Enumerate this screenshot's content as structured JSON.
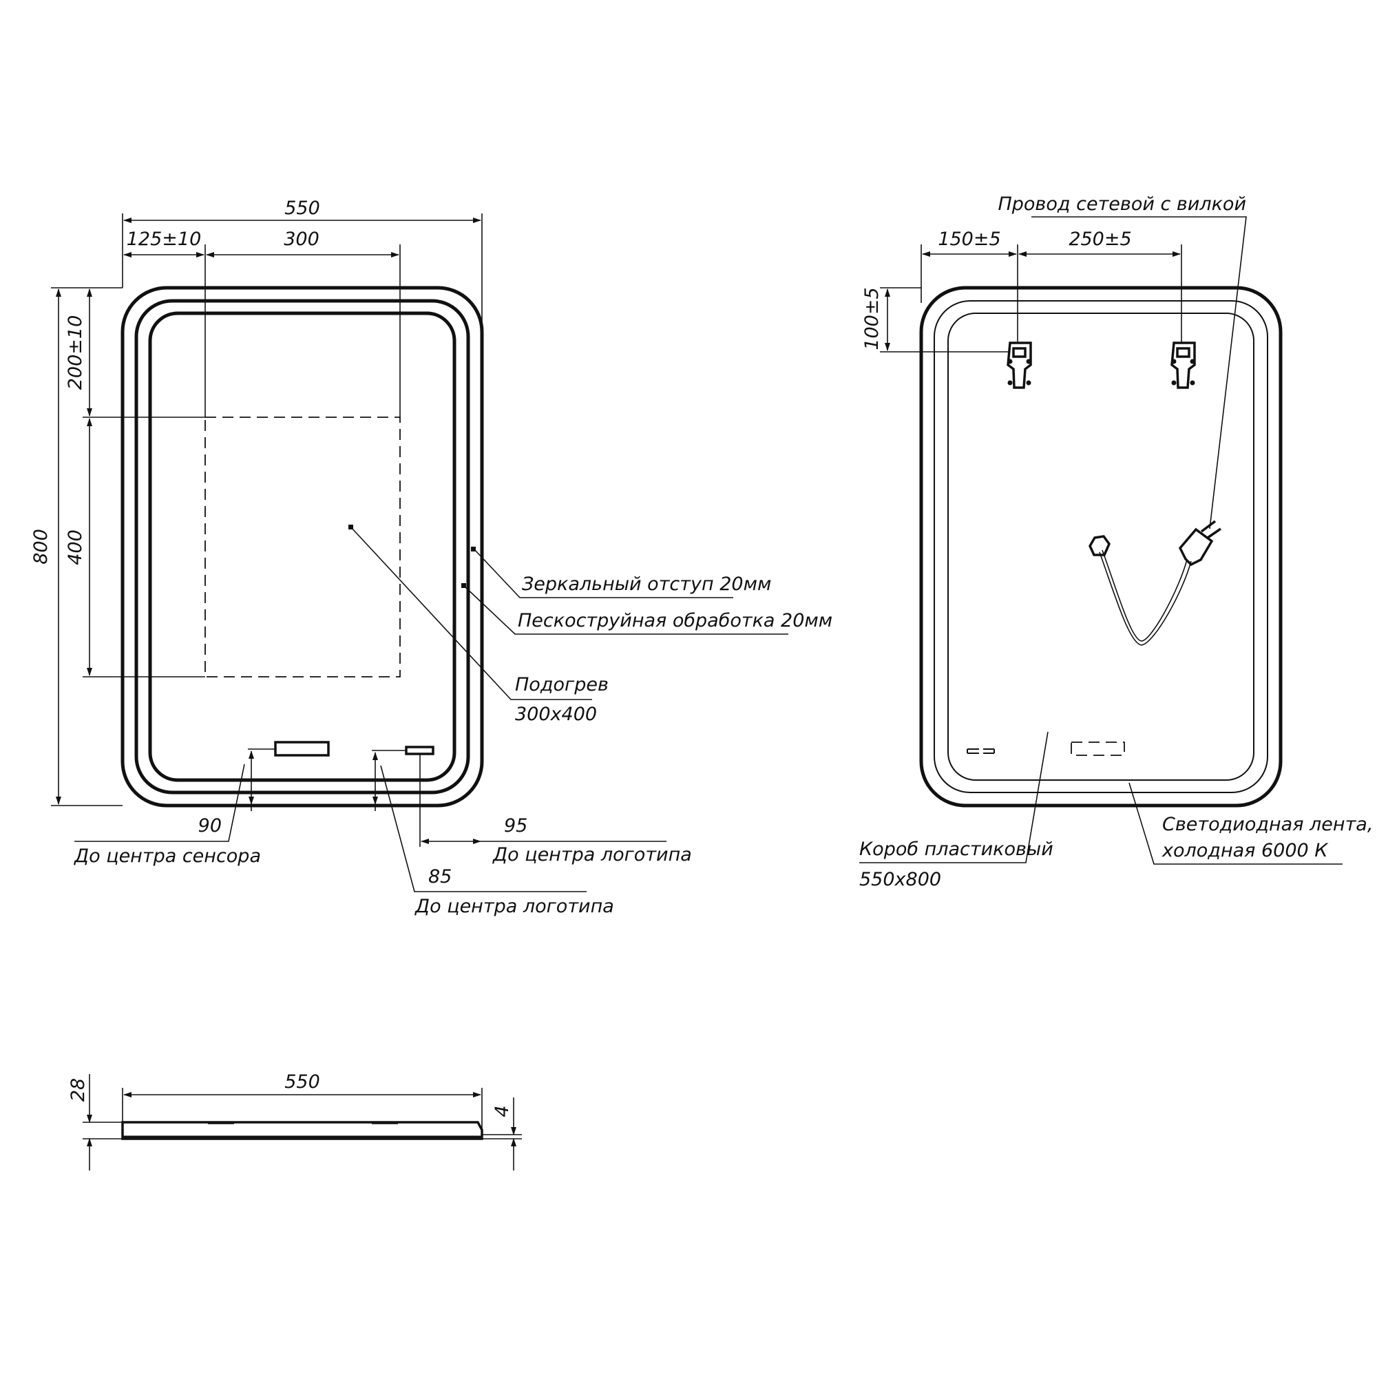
{
  "front_view": {
    "width_total": "550",
    "offset_left": "125±10",
    "heater_width": "300",
    "height_total": "800",
    "offset_top": "200±10",
    "heater_height": "400",
    "callout_mirror_margin": "Зеркальный отступ 20мм",
    "callout_sandblast": "Пескоструйная обработка 20мм",
    "callout_heater_title": "Подогрев",
    "callout_heater_size": "300x400",
    "sensor_distance": "90",
    "sensor_label": "До центра сенсора",
    "logo_side_distance": "95",
    "logo_side_label": "До центра логотипа",
    "logo_bottom_distance": "85",
    "logo_bottom_label": "До центра логотипа"
  },
  "back_view": {
    "cable_label": "Провод сетевой с вилкой",
    "hook_offset_left": "150±5",
    "hook_spacing": "250±5",
    "hook_offset_top": "100±5",
    "box_label": "Короб пластиковый",
    "box_size": "550x800",
    "led_label_line1": "Светодиодная лента,",
    "led_label_line2": "холодная 6000 К"
  },
  "side_view": {
    "width": "550",
    "depth": "28",
    "glass_thickness": "4"
  },
  "colors": {
    "line": "#111111",
    "background": "#ffffff"
  }
}
